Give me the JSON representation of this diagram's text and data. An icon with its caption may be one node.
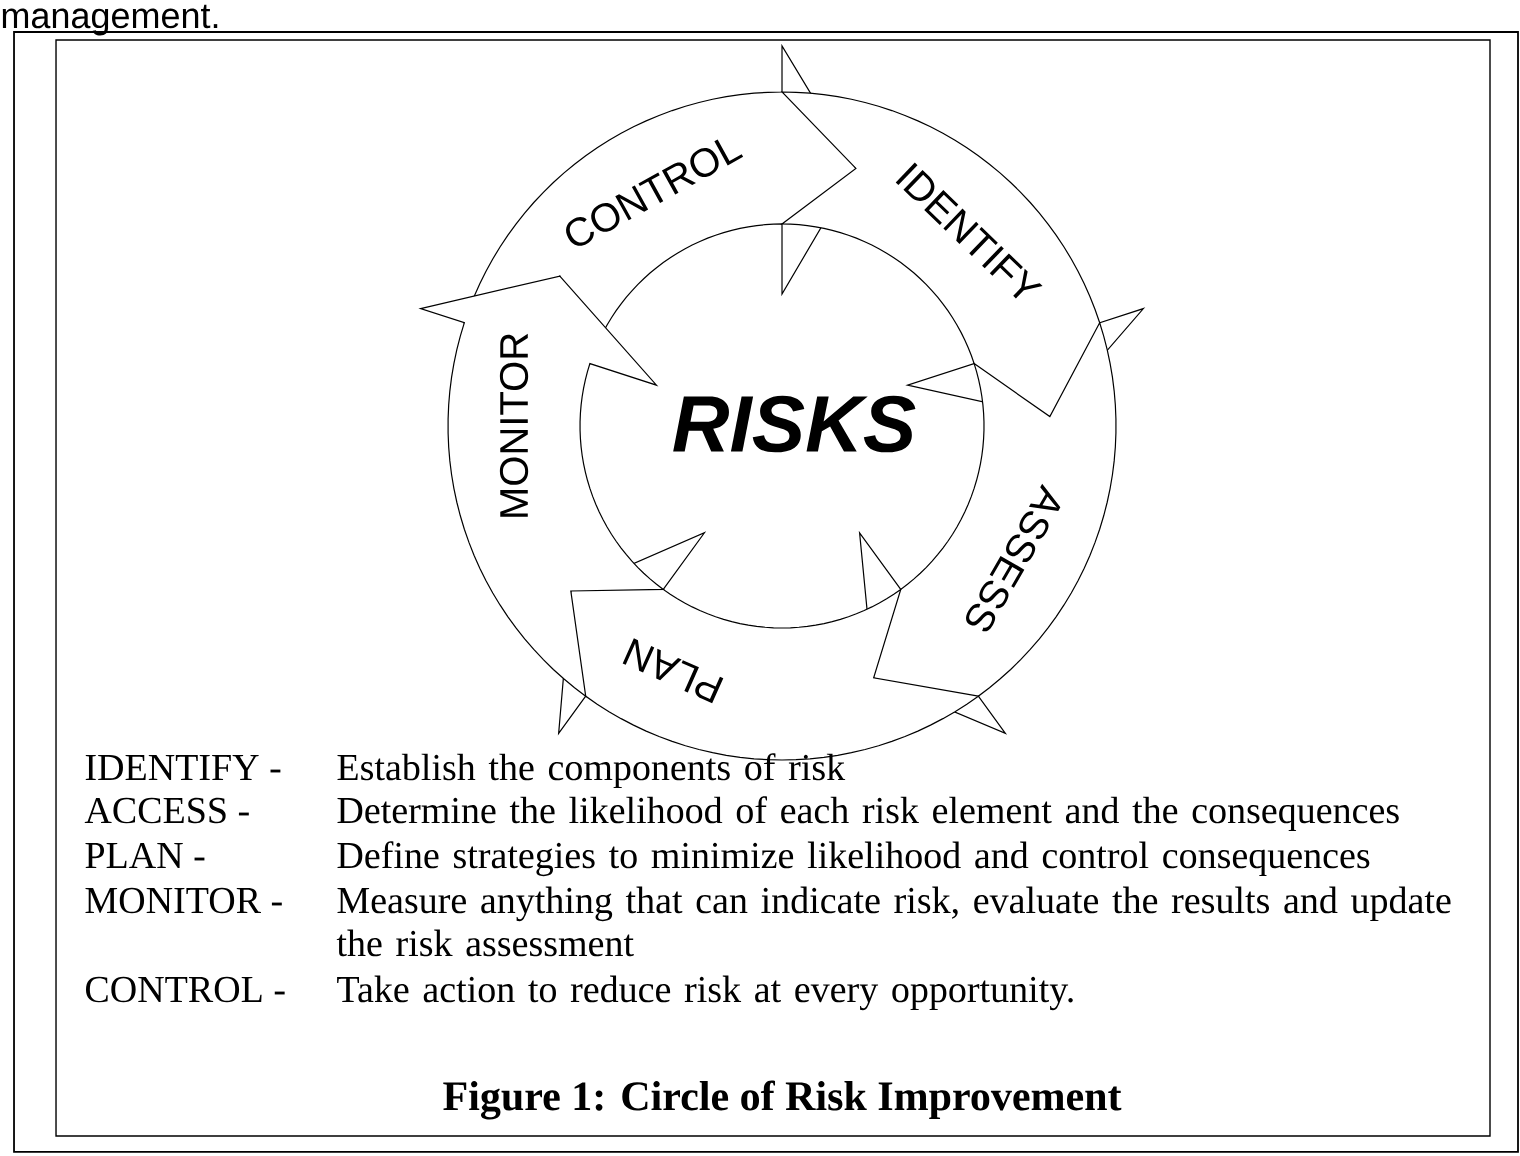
{
  "diagram": {
    "caption": "Figure 1:  Circle of Risk Improvement",
    "nodes": [
      {
        "text": [
          "CONTROL"
        ]
      },
      {
        "text": [
          "IDENTIFY"
        ]
      },
      {
        "text": [
          "ASSESS"
        ]
      },
      {
        "text": [
          "PLAN"
        ]
      },
      {
        "text": [
          "MONITOR"
        ]
      },
      {
        "text": [
          "RISKS"
        ]
      }
    ],
    "labels": [
      "management.",
      "IDENTIFY -",
      "Establish the components of risk",
      "ACCESS -",
      "Determine the likelihood of each risk element and the consequences",
      "PLAN -",
      "Define strategies to minimize likelihood and control consequences",
      "MONITOR -",
      "Measure anything that can indicate risk, evaluate the results and update the risk assessment",
      "CONTROL -",
      "Take action to reduce risk at every opportunity."
    ]
  }
}
